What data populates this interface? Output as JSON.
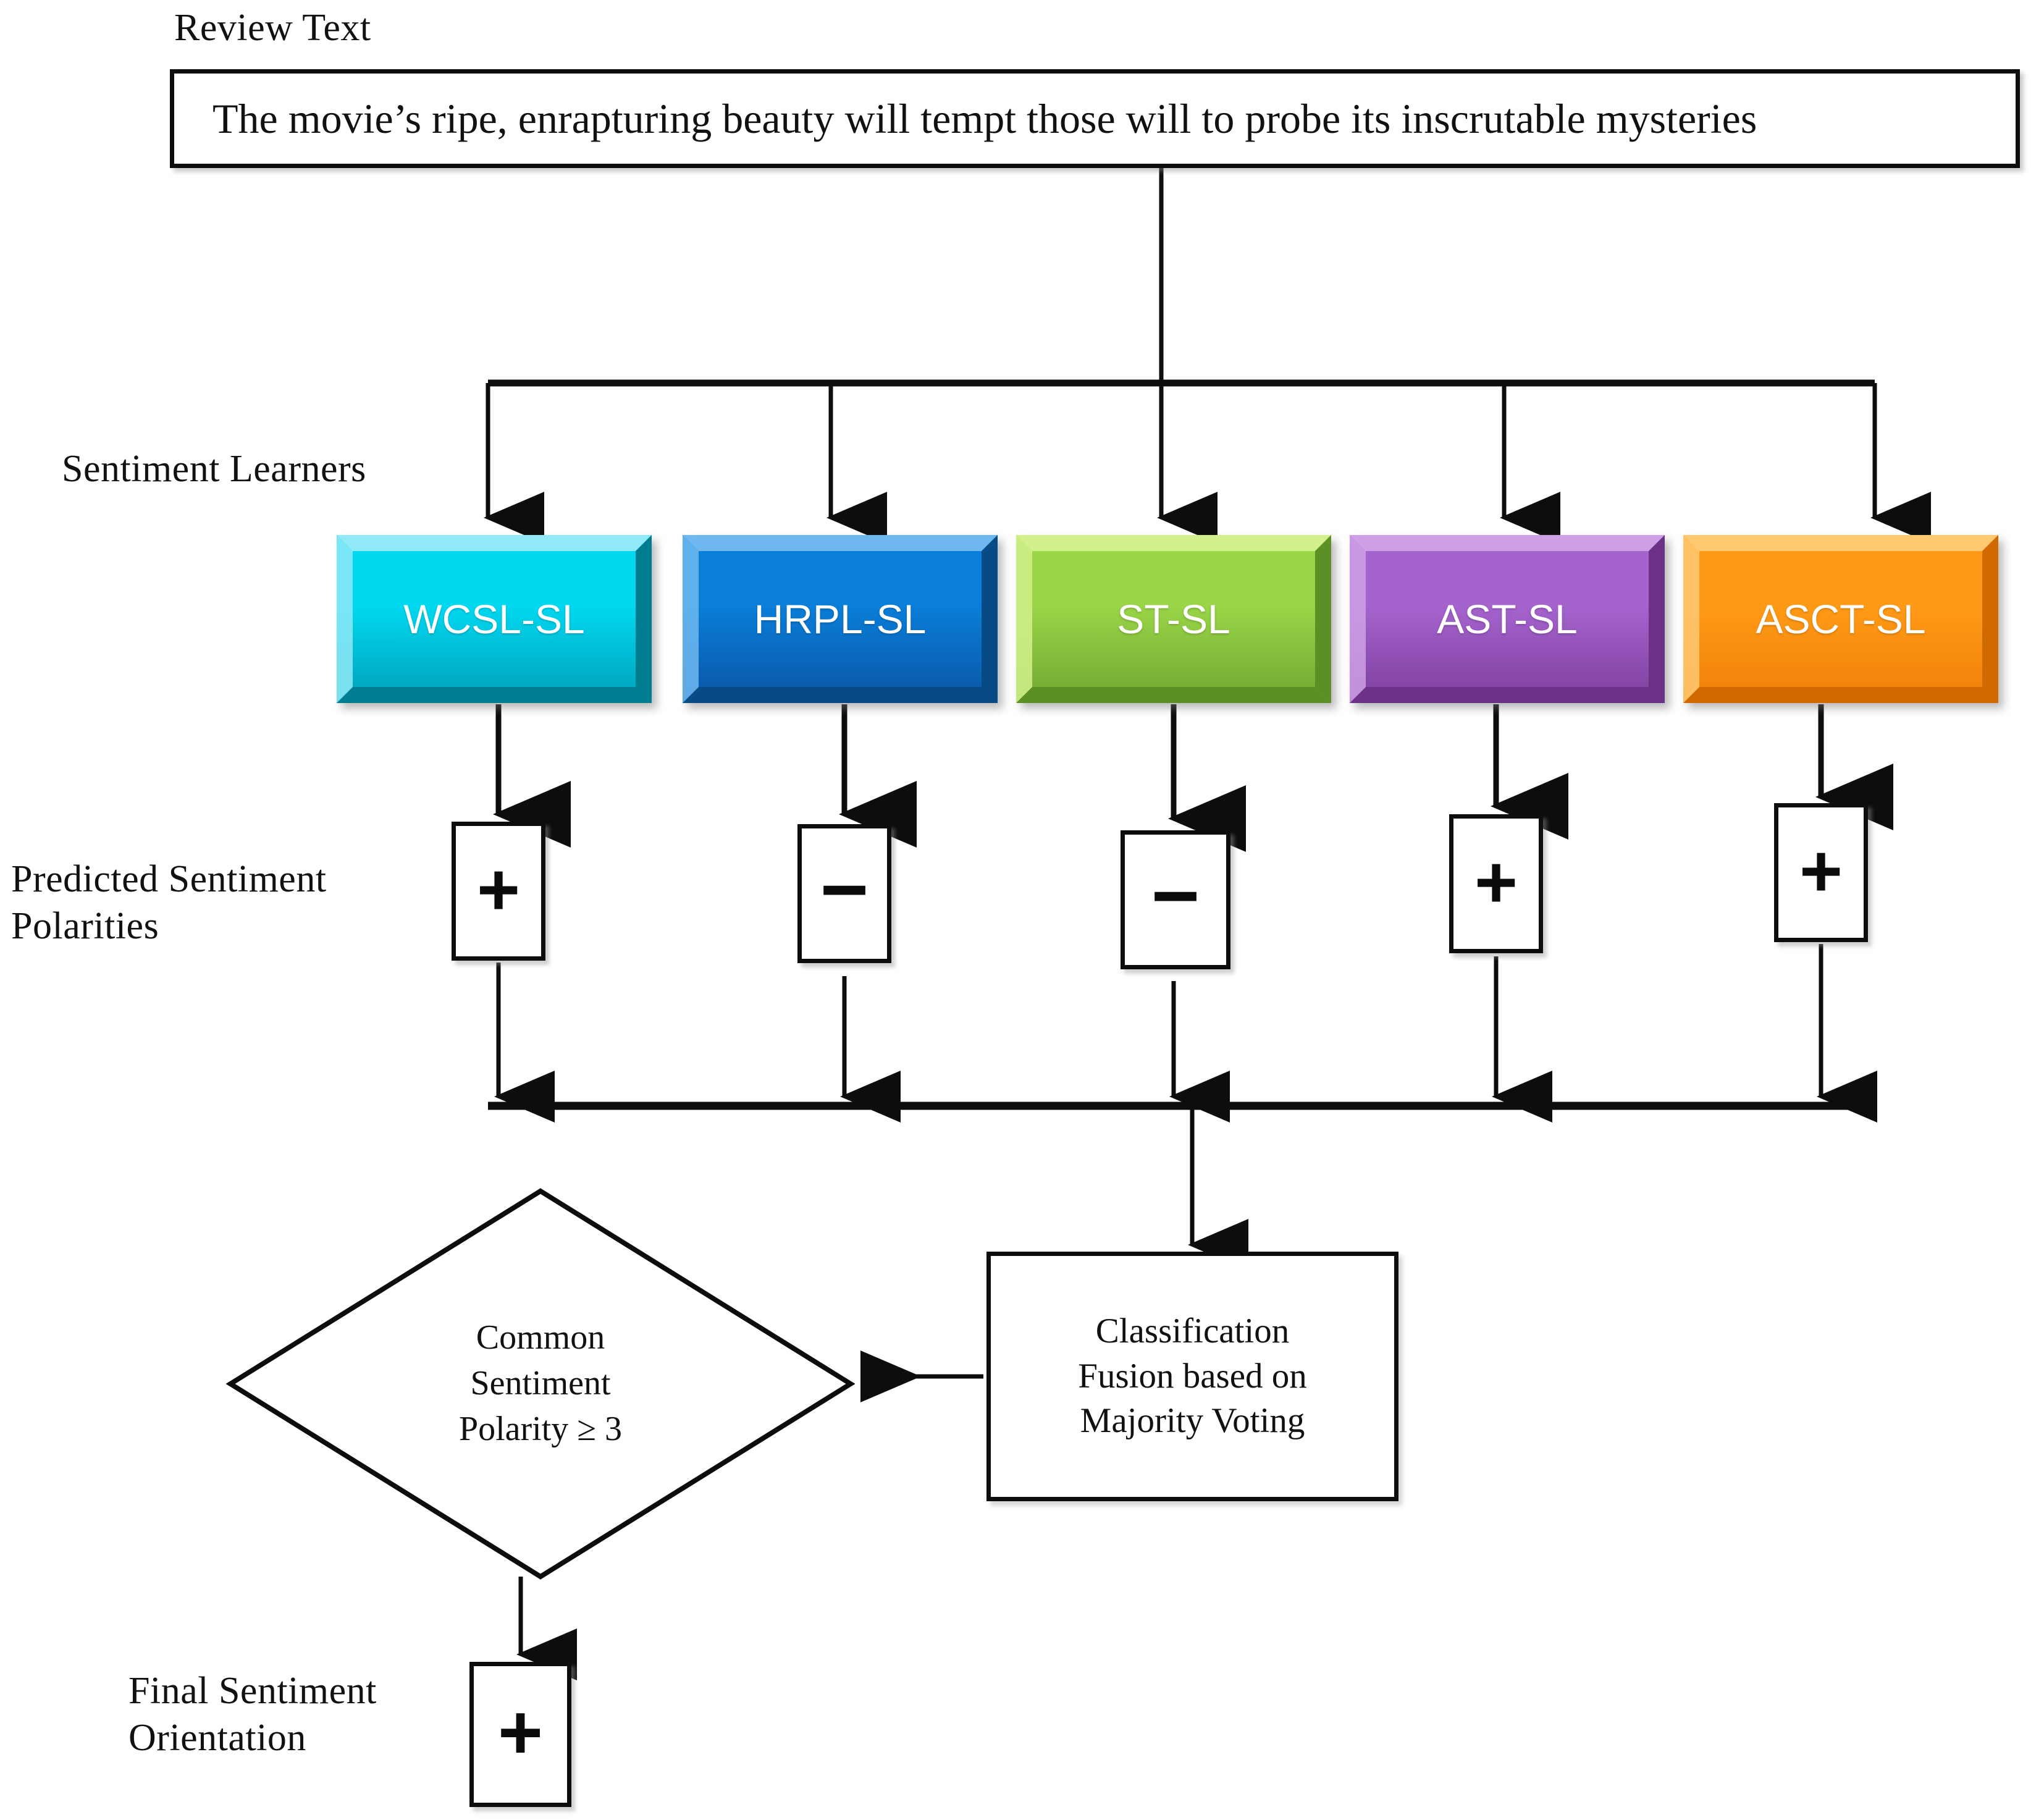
{
  "labels": {
    "review_text": "Review Text",
    "sentiment_learners": "Sentiment Learners",
    "predicted_sentiment_polarities": "Predicted Sentiment\nPolarities",
    "final_sentiment_orientation": "Final Sentiment\nOrientation"
  },
  "review": {
    "text": "The movie’s ripe, enrapturing  beauty will tempt those will  to probe its inscrutable mysteries"
  },
  "sentiment_learners": [
    {
      "name": "WCSL-SL",
      "color_top": "#00d8f0",
      "color_bottom": "#00a0b8",
      "bevel_light": "#8fe9f7",
      "bevel_dark": "#007d91"
    },
    {
      "name": "HRPL-SL",
      "color_top": "#0a7ed8",
      "color_bottom": "#0b55a6",
      "bevel_light": "#6fb8ef",
      "bevel_dark": "#064a86"
    },
    {
      "name": "ST-SL",
      "color_top": "#9ad447",
      "color_bottom": "#6fa832",
      "bevel_light": "#d2f08b",
      "bevel_dark": "#5d8f27"
    },
    {
      "name": "AST-SL",
      "color_top": "#a563cd",
      "color_bottom": "#7d3f9e",
      "bevel_light": "#cfa0e6",
      "bevel_dark": "#6a3187"
    },
    {
      "name": "ASCT-SL",
      "color_top": "#ff9a16",
      "color_bottom": "#ef7f0a",
      "bevel_light": "#ffc972",
      "bevel_dark": "#cf6900"
    }
  ],
  "predicted_polarities": [
    {
      "learner": "WCSL-SL",
      "sign": "+"
    },
    {
      "learner": "HRPL-SL",
      "sign": "−"
    },
    {
      "learner": "ST-SL",
      "sign": "−"
    },
    {
      "learner": "AST-SL",
      "sign": "+"
    },
    {
      "learner": "ASCT-SL",
      "sign": "+"
    }
  ],
  "fusion": {
    "line1": "Classification",
    "line2": "Fusion based on",
    "line3": "Majority Voting"
  },
  "decision": {
    "line1": "Common",
    "line2": "Sentiment",
    "line3": "Polarity ≥ 3"
  },
  "final_sentiment": {
    "sign": "+"
  },
  "colors": {
    "stroke": "#0d0d0d",
    "background": "#ffffff",
    "text": "#111111"
  }
}
